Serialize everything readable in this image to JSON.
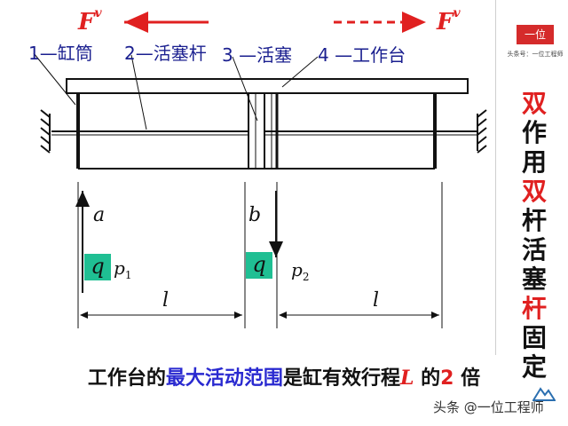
{
  "labels": {
    "cylinder": "1—缸筒",
    "rod": "2—活塞杆",
    "piston": "3 —活塞",
    "table": "4 —工作台"
  },
  "forces": {
    "left": {
      "symbol": "F",
      "sup": "v"
    },
    "right": {
      "symbol": "F",
      "sup": "v"
    }
  },
  "variables": {
    "a": "a",
    "b": "b",
    "q1": "q",
    "q2": "q",
    "p1": "p",
    "p1_sub": "1",
    "p2": "p",
    "p2_sub": "2",
    "l1": "l",
    "l2": "l"
  },
  "side_title": [
    "双",
    "作",
    "用",
    "双",
    "杆",
    "活",
    "塞",
    "杆",
    "固",
    "定"
  ],
  "side_title_red_indexes": [
    0,
    3,
    7
  ],
  "caption": {
    "part1": "工作台的",
    "part2": "最大活动范围",
    "part3": "是缸有效行程",
    "var_L": "L",
    "part4": " 的",
    "times": "2",
    "part5": " 倍"
  },
  "logo": {
    "text": "一位",
    "sub": "头条号：一位工程师"
  },
  "watermark": "头条 @一位工程师",
  "colors": {
    "red": "#e02020",
    "blue": "#1a1f8f",
    "teal": "#1fbf93"
  }
}
